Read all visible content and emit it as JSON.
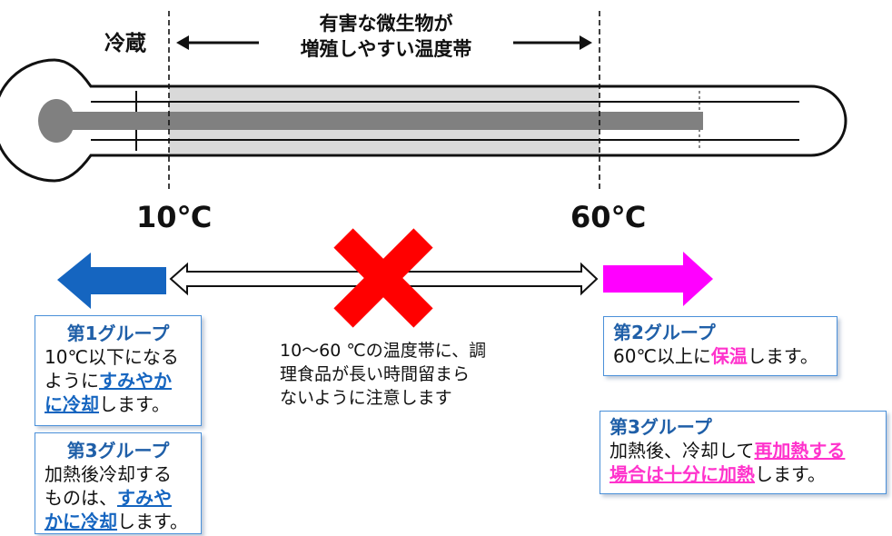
{
  "labels": {
    "cold_storage": "冷蔵",
    "danger_zone_line1": "有害な微生物が",
    "danger_zone_line2": "増殖しやすい温度帯",
    "temp_low": "10℃",
    "temp_high": "60℃"
  },
  "note": {
    "line1": "10～60 ℃の温度帯に、調",
    "line2": "理食品が長い時間留まら",
    "line3": "ないように注意します"
  },
  "group1_cold": {
    "title": "第1グループ",
    "line1": "10℃以下になる",
    "line2_prefix": "ように",
    "line2_link": "すみやか",
    "line3_link": "に冷却",
    "line3_suffix": "します。"
  },
  "group3_cold": {
    "title": "第3グループ",
    "line1": "加熱後冷却する",
    "line2_prefix": "ものは、",
    "line2_link": "すみや",
    "line3_link": "かに冷却",
    "line3_suffix": "します。"
  },
  "group2_hot": {
    "title": "第2グループ",
    "line1_prefix": "60℃以上に",
    "line1_highlight": "保温",
    "line1_suffix": "します。"
  },
  "group3_hot": {
    "title": "第3グループ",
    "line1_prefix": "加熱後、冷却して",
    "line1_link": "再加熱する",
    "line2_link": "場合は十分に加熱",
    "line2_suffix": "します。"
  },
  "colors": {
    "cold_arrow": "#1565c0",
    "hot_arrow": "#ff00ff",
    "cross": "#ff0000",
    "zone_fill": "#d9d9d9",
    "mercury": "#808080",
    "box_border": "#4a90d9"
  }
}
